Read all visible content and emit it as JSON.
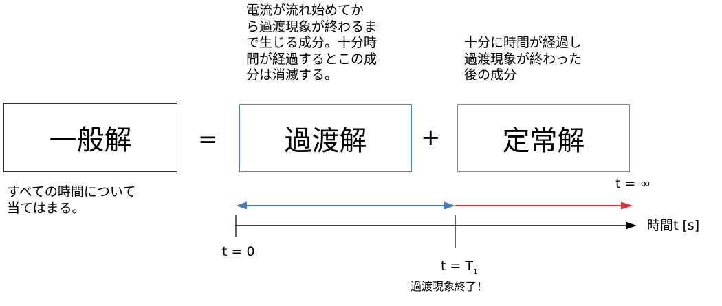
{
  "boxes": {
    "general": "一般解",
    "transient": "過渡解",
    "steady": "定常解"
  },
  "operators": {
    "equals": "=",
    "plus": "+"
  },
  "notes": {
    "transient": "電流が流れ始めてか\nら過渡現象が終わるま\nで生じる成分。十分時\n間が経過するとこの成\n分は消滅する。",
    "steady": "十分に時間が経過し\n過渡現象が終わった\n後の成分",
    "general": "すべての時間について\n当てはまる。"
  },
  "timeline": {
    "t_infinity": "t = ∞",
    "axis_label": "時間t [s]",
    "t_zero": "t = 0",
    "t_one_prefix": "t = T",
    "t_one_sub": "1",
    "transient_end": "過渡現象終了！"
  },
  "colors": {
    "transient_arrow": "#4a7cc0",
    "steady_arrow": "#e53030",
    "axis": "#000000",
    "general_border": "#3d2a3a",
    "transient_border": "#4a86c8",
    "steady_border": "#e06060"
  }
}
